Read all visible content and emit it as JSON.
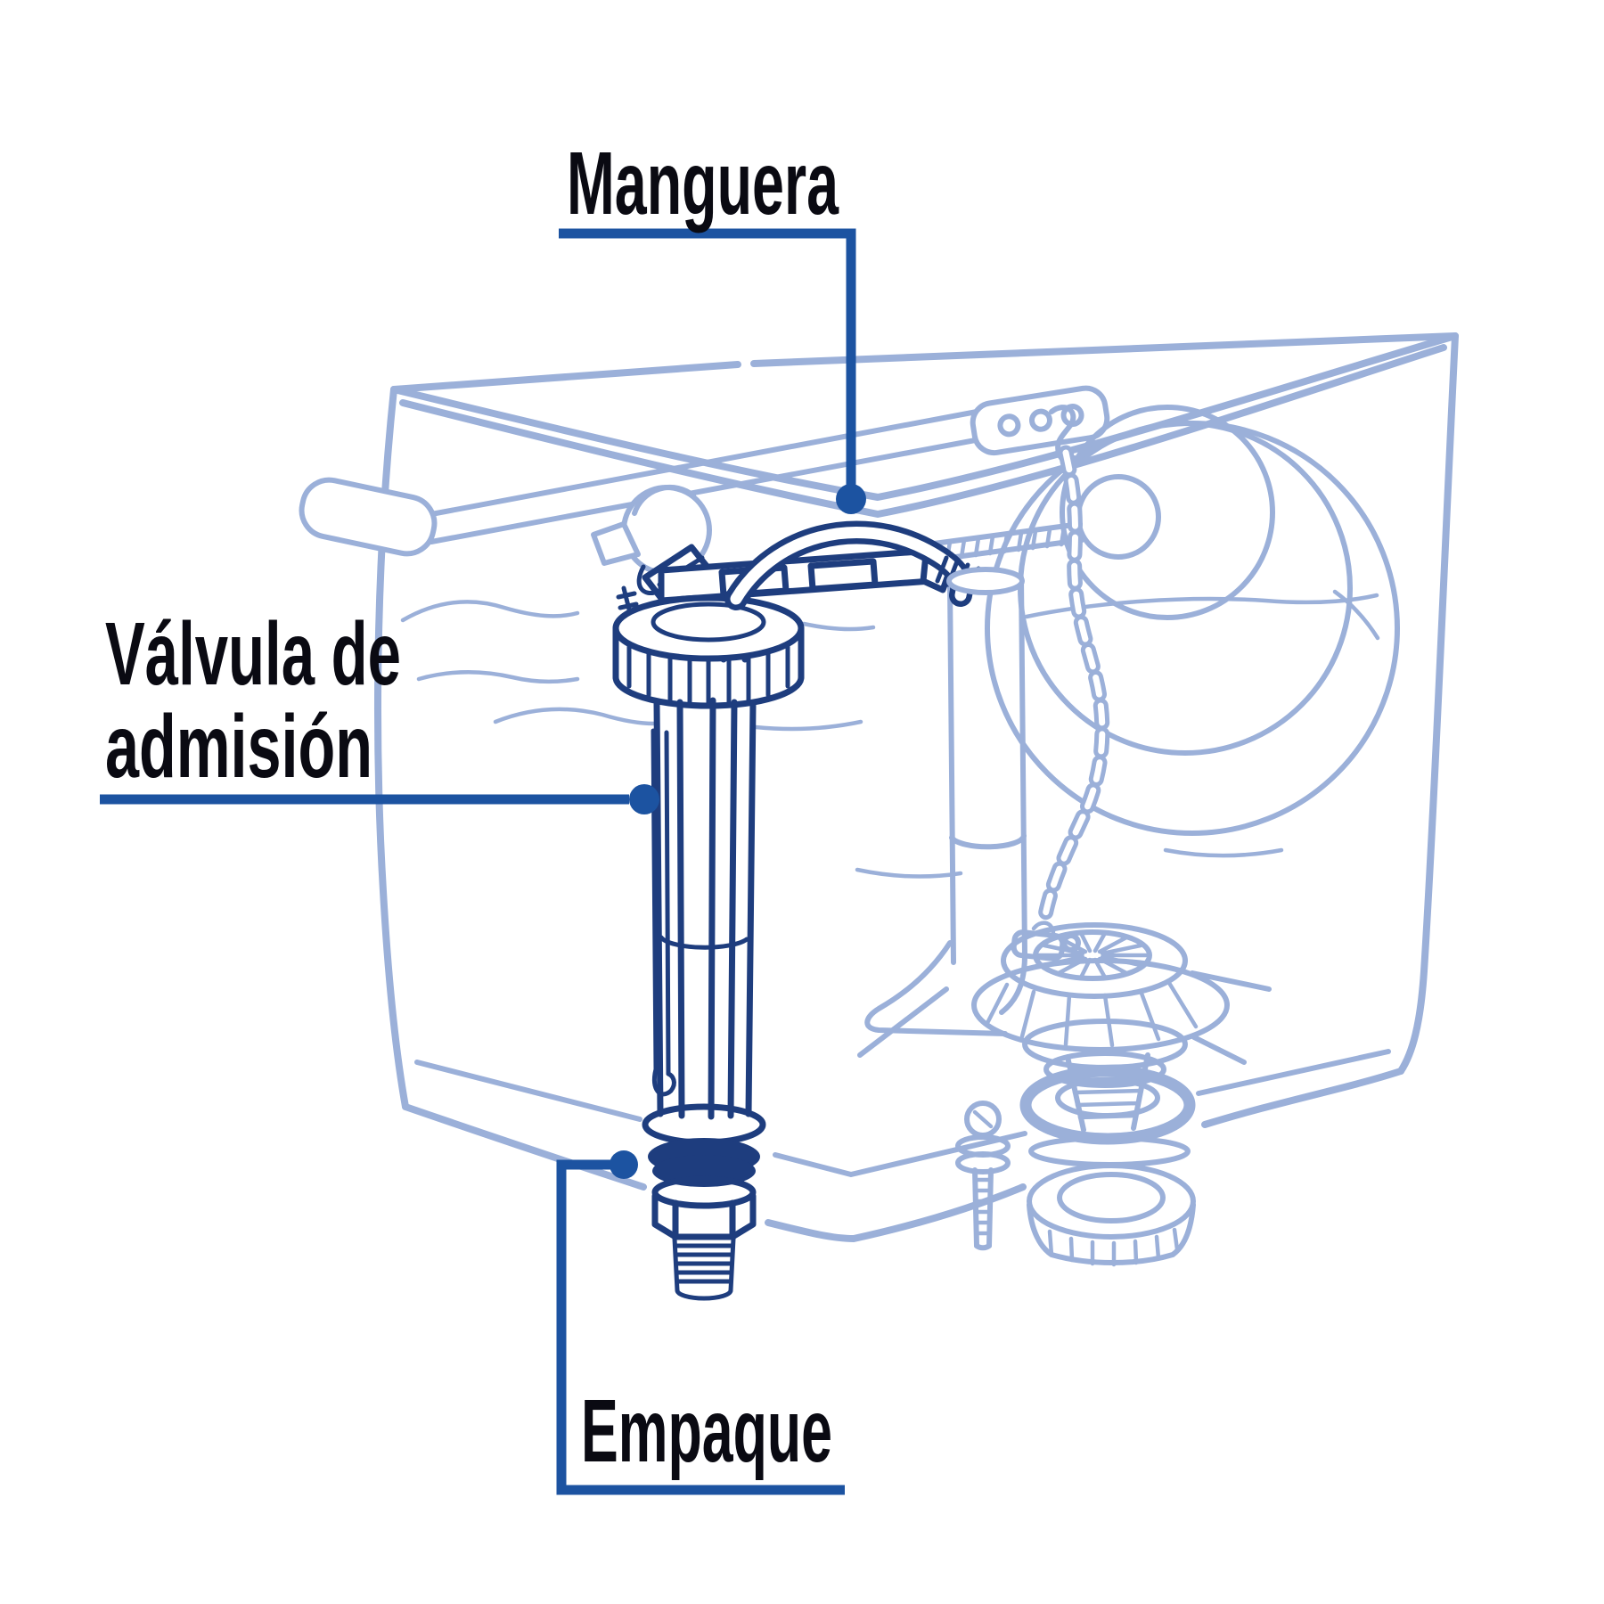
{
  "diagram": {
    "description": "exploded-line-diagram-of-toilet-tank-fill-valve",
    "labels": {
      "manguera": "Manguera",
      "valvula_line1": "Válvula de",
      "valvula_line2": "admisión",
      "empaque": "Empaque"
    },
    "colors": {
      "background": "#FFFFFF",
      "secondary_outline": "#9BB0D9",
      "primary_outline": "#1E3D7E",
      "leader": "#1C53A1",
      "label_text": "#0A0A12"
    }
  }
}
